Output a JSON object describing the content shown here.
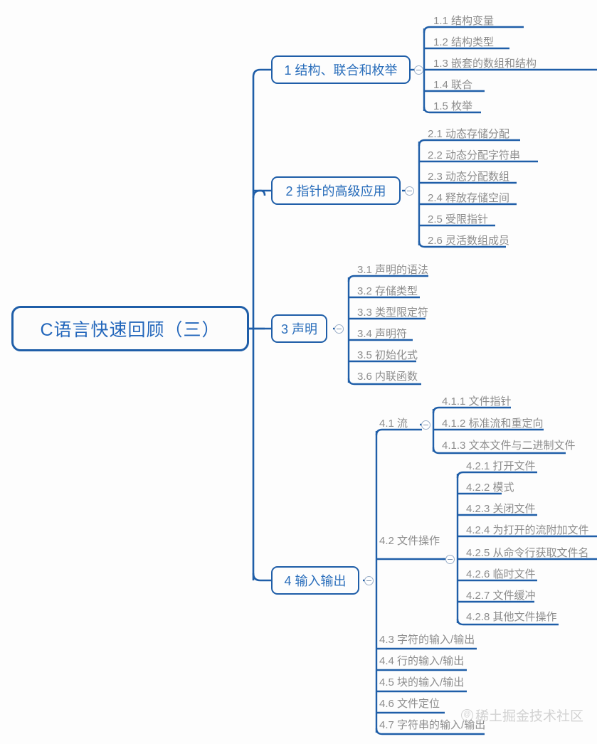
{
  "mindmap": {
    "root": {
      "label": "C语言快速回顾（三）"
    },
    "branches": [
      {
        "label": "1 结构、联合和枚举",
        "children": [
          {
            "label": "1.1 结构变量"
          },
          {
            "label": "1.2 结构类型"
          },
          {
            "label": "1.3 嵌套的数组和结构"
          },
          {
            "label": "1.4 联合"
          },
          {
            "label": "1.5 枚举"
          }
        ]
      },
      {
        "label": "2 指针的高级应用",
        "children": [
          {
            "label": "2.1 动态存储分配"
          },
          {
            "label": "2.2 动态分配字符串"
          },
          {
            "label": "2.3 动态分配数组"
          },
          {
            "label": "2.4 释放存储空间"
          },
          {
            "label": "2.5 受限指针"
          },
          {
            "label": "2.6 灵活数组成员"
          }
        ]
      },
      {
        "label": "3 声明",
        "children": [
          {
            "label": "3.1 声明的语法"
          },
          {
            "label": "3.2 存储类型"
          },
          {
            "label": "3.3 类型限定符"
          },
          {
            "label": "3.4 声明符"
          },
          {
            "label": "3.5 初始化式"
          },
          {
            "label": "3.6 内联函数"
          }
        ]
      },
      {
        "label": "4 输入输出",
        "children": [
          {
            "label": "4.1 流",
            "children": [
              {
                "label": "4.1.1 文件指针"
              },
              {
                "label": "4.1.2 标准流和重定向"
              },
              {
                "label": "4.1.3 文本文件与二进制文件"
              }
            ]
          },
          {
            "label": "4.2 文件操作",
            "children": [
              {
                "label": "4.2.1 打开文件"
              },
              {
                "label": "4.2.2 模式"
              },
              {
                "label": "4.2.3 关闭文件"
              },
              {
                "label": "4.2.4 为打开的流附加文件"
              },
              {
                "label": "4.2.5 从命令行获取文件名"
              },
              {
                "label": "4.2.6 临时文件"
              },
              {
                "label": "4.2.7 文件缓冲"
              },
              {
                "label": "4.2.8 其他文件操作"
              }
            ]
          },
          {
            "label": "4.3 字符的输入/输出"
          },
          {
            "label": "4.4 行的输入/输出"
          },
          {
            "label": "4.5 块的输入/输出"
          },
          {
            "label": "4.6 文件定位"
          },
          {
            "label": "4.7 字符串的输入/输出"
          }
        ]
      }
    ],
    "toggles": {
      "icon": "collapse-minus-icon"
    },
    "watermark": {
      "at": "@",
      "text": "稀土掘金技术社区"
    },
    "colors": {
      "line": "#1f5ea8",
      "branch_text": "#2a6ebb",
      "root_text": "#2266bb",
      "leaf_text": "#8d8d8d",
      "watermark": "#d2d2d2",
      "background": "#fdfdfd"
    }
  }
}
